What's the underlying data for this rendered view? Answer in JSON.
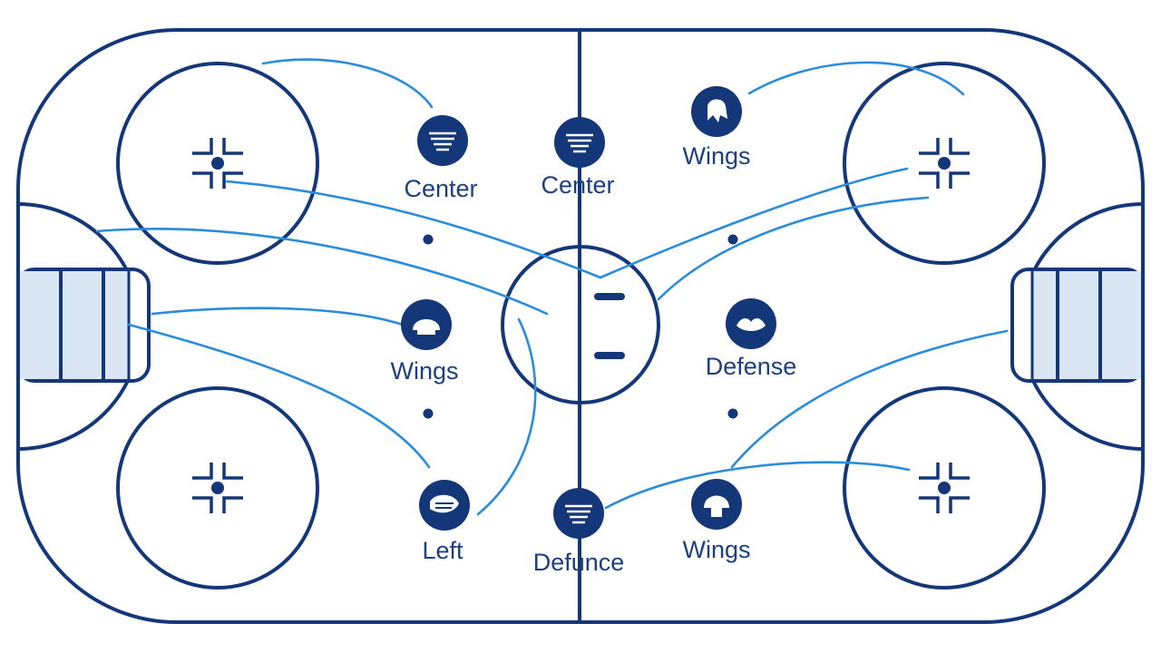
{
  "colors": {
    "rink_line": "#14377a",
    "route_line": "#2a8cdc",
    "crease_fill": "#dbe6f5",
    "background": "#ffffff"
  },
  "positions": [
    {
      "id": "center-left",
      "label": "Center",
      "icon": "stacked-lines-icon"
    },
    {
      "id": "center-mid",
      "label": "Center",
      "icon": "stacked-lines-icon"
    },
    {
      "id": "wings-top-right",
      "label": "Wings",
      "icon": "skater-icon"
    },
    {
      "id": "wings-left",
      "label": "Wings",
      "icon": "helmet-icon"
    },
    {
      "id": "defense-right",
      "label": "Defense",
      "icon": "hands-icon"
    },
    {
      "id": "left-bottom",
      "label": "Left",
      "icon": "glove-icon"
    },
    {
      "id": "defunce-bottom",
      "label": "Defunce",
      "icon": "stacked-lines-icon"
    },
    {
      "id": "wings-bottom-right",
      "label": "Wings",
      "icon": "helmet-icon"
    }
  ]
}
